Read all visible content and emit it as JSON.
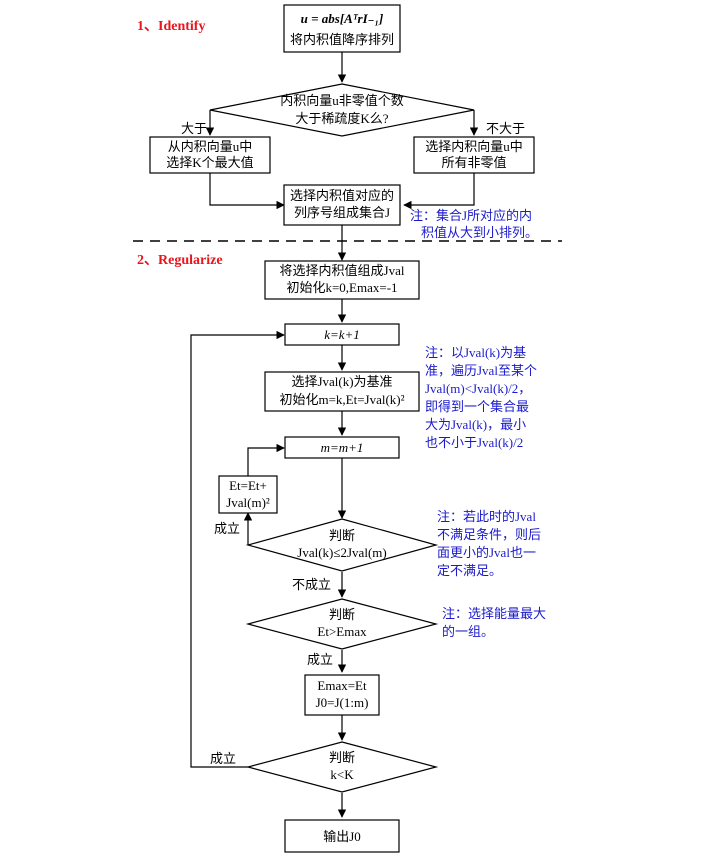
{
  "sections": {
    "identify": "1、Identify",
    "regularize": "2、Regularize"
  },
  "nodes": {
    "n1": [
      "u = abs[AᵀrI₋₁]",
      "将内积值降序排列"
    ],
    "d1": [
      "内积向量u非零值个数",
      "大于稀疏度K么?"
    ],
    "n2": [
      "从内积向量u中",
      "选择K个最大值"
    ],
    "n3": [
      "选择内积向量u中",
      "所有非零值"
    ],
    "n4": [
      "选择内积值对应的",
      "列序号组成集合J"
    ],
    "n5": [
      "将选择内积值组成Jval",
      "初始化k=0,Emax=-1"
    ],
    "n6": [
      "k=k+1"
    ],
    "n7": [
      "选择Jval(k)为基准",
      "初始化m=k,Et=Jval(k)²"
    ],
    "n8": [
      "m=m+1"
    ],
    "n9": [
      "Et=Et+",
      "Jval(m)²"
    ],
    "d2": [
      "判断",
      "Jval(k)≤2Jval(m)"
    ],
    "d3": [
      "判断",
      "Et>Emax"
    ],
    "n10": [
      "Emax=Et",
      "J0=J(1:m)"
    ],
    "d4": [
      "判断",
      "k<K"
    ],
    "n11": [
      "输出J0"
    ]
  },
  "edge_labels": {
    "d1_left": "大于",
    "d1_right": "不大于",
    "d2_yes": "成立",
    "d2_no": "不成立",
    "d3_yes": "成立",
    "d4_yes": "成立"
  },
  "notes": {
    "note1": [
      "注：集合J所对应的内",
      "积值从大到小排列。"
    ],
    "note2": [
      "注：以Jval(k)为基",
      "准，遍历Jval至某个",
      "Jval(m)<Jval(k)/2，",
      "即得到一个集合最",
      "大为Jval(k)，最小",
      "也不小于Jval(k)/2"
    ],
    "note3": [
      "注：若此时的Jval",
      "不满足条件，则后",
      "面更小的Jval也一",
      "定不满足。"
    ],
    "note4": [
      "注：选择能量最大",
      "的一组。"
    ]
  },
  "colors": {
    "section": "#e8151b",
    "note": "#1a1acc",
    "stroke": "#000000"
  }
}
